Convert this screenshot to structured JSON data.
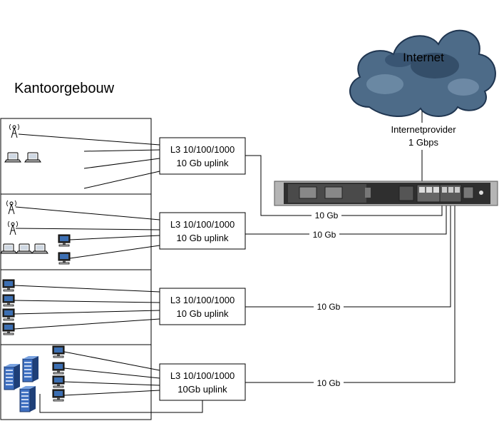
{
  "building": {
    "title": "Kantoorgebouw"
  },
  "internet": {
    "label": "Internet"
  },
  "provider": {
    "name": "Internetprovider",
    "speed": "1 Gbps"
  },
  "switches": [
    {
      "line1": "L3 10/100/1000",
      "line2": "10 Gb uplink"
    },
    {
      "line1": "L3 10/100/1000",
      "line2": "10 Gb uplink"
    },
    {
      "line1": "L3 10/100/1000",
      "line2": "10 Gb uplink"
    },
    {
      "line1": "L3 10/100/1000",
      "line2": "10Gb uplink"
    }
  ],
  "uplinks": [
    "10 Gb",
    "10 Gb",
    "10 Gb",
    "10 Gb"
  ],
  "colors": {
    "cloud": "#4f6f8c",
    "cloud_dark": "#1f3550",
    "router": "#3a3a3a",
    "monitor": "#3c6fb3",
    "server": "#2f5fae"
  }
}
